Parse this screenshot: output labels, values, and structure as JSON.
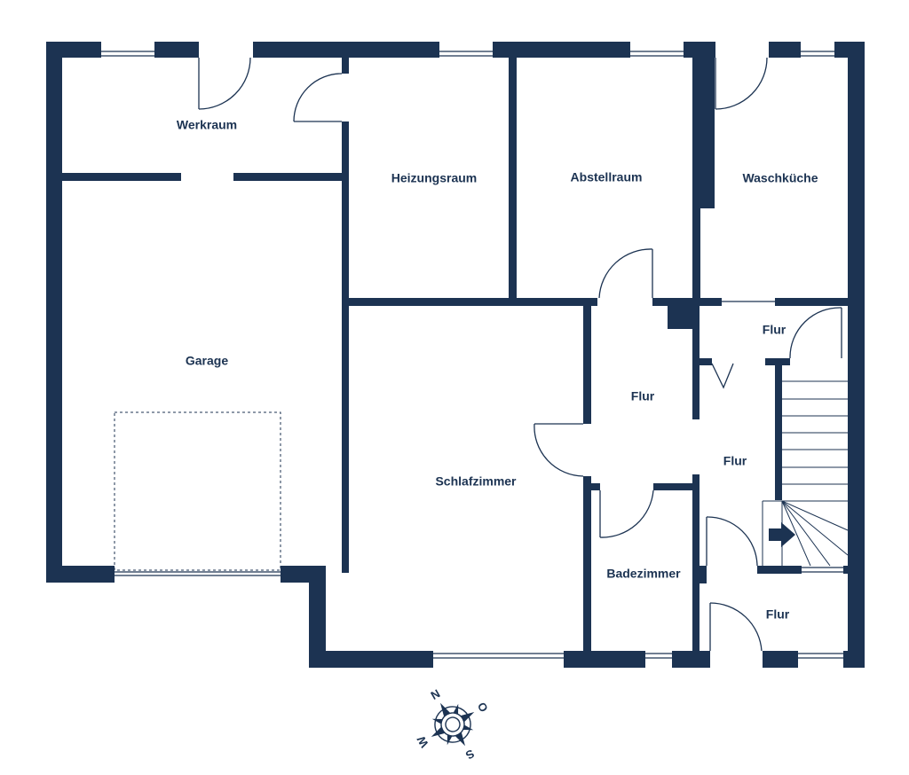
{
  "colors": {
    "wall": "#1c3352",
    "background": "#ffffff",
    "window_line": "#1c3352"
  },
  "rooms": {
    "werkraum": "Werkraum",
    "heizungsraum": "Heizungsraum",
    "abstellraum": "Abstellraum",
    "waschkueche": "Waschküche",
    "garage": "Garage",
    "flur_top": "Flur",
    "flur_mid": "Flur",
    "flur_right": "Flur",
    "schlafzimmer": "Schlafzimmer",
    "badezimmer": "Badezimmer",
    "flur_bottom": "Flur"
  },
  "compass": {
    "n": "N",
    "o": "O",
    "s": "S",
    "w": "W"
  },
  "icons": {
    "stairs_direction": "arrow-right-icon",
    "compass": "compass-rose-icon"
  }
}
